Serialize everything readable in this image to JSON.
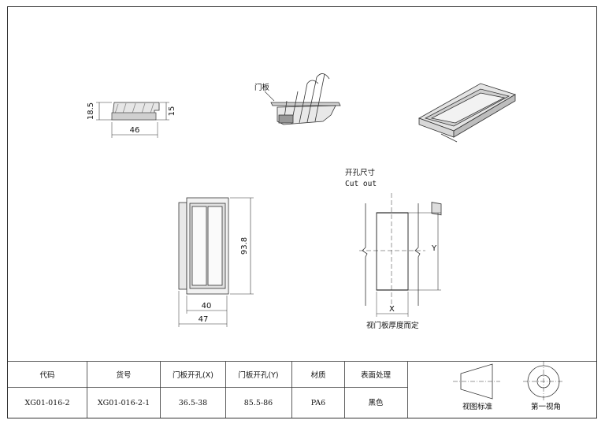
{
  "dimensions": {
    "side_height": "18.5",
    "side_inner_height": "15",
    "side_width": "46",
    "front_height": "93.8",
    "front_inner_width": "40",
    "front_outer_width": "47"
  },
  "labels": {
    "door_panel": "门板",
    "cutout_cn": "开孔尺寸",
    "cutout_en": "Cut out",
    "cutout_x": "X",
    "cutout_y": "Y",
    "thickness_note": "视门板厚度而定",
    "view_standard": "视图标准",
    "first_angle": "第一视角"
  },
  "table": {
    "headers": [
      "代码",
      "货号",
      "门板开孔(X)",
      "门板开孔(Y)",
      "材质",
      "表面处理"
    ],
    "row": [
      "XG01-016-2",
      "XG01-016-2-1",
      "36.5-38",
      "85.5-86",
      "PA6",
      "黑色"
    ]
  }
}
